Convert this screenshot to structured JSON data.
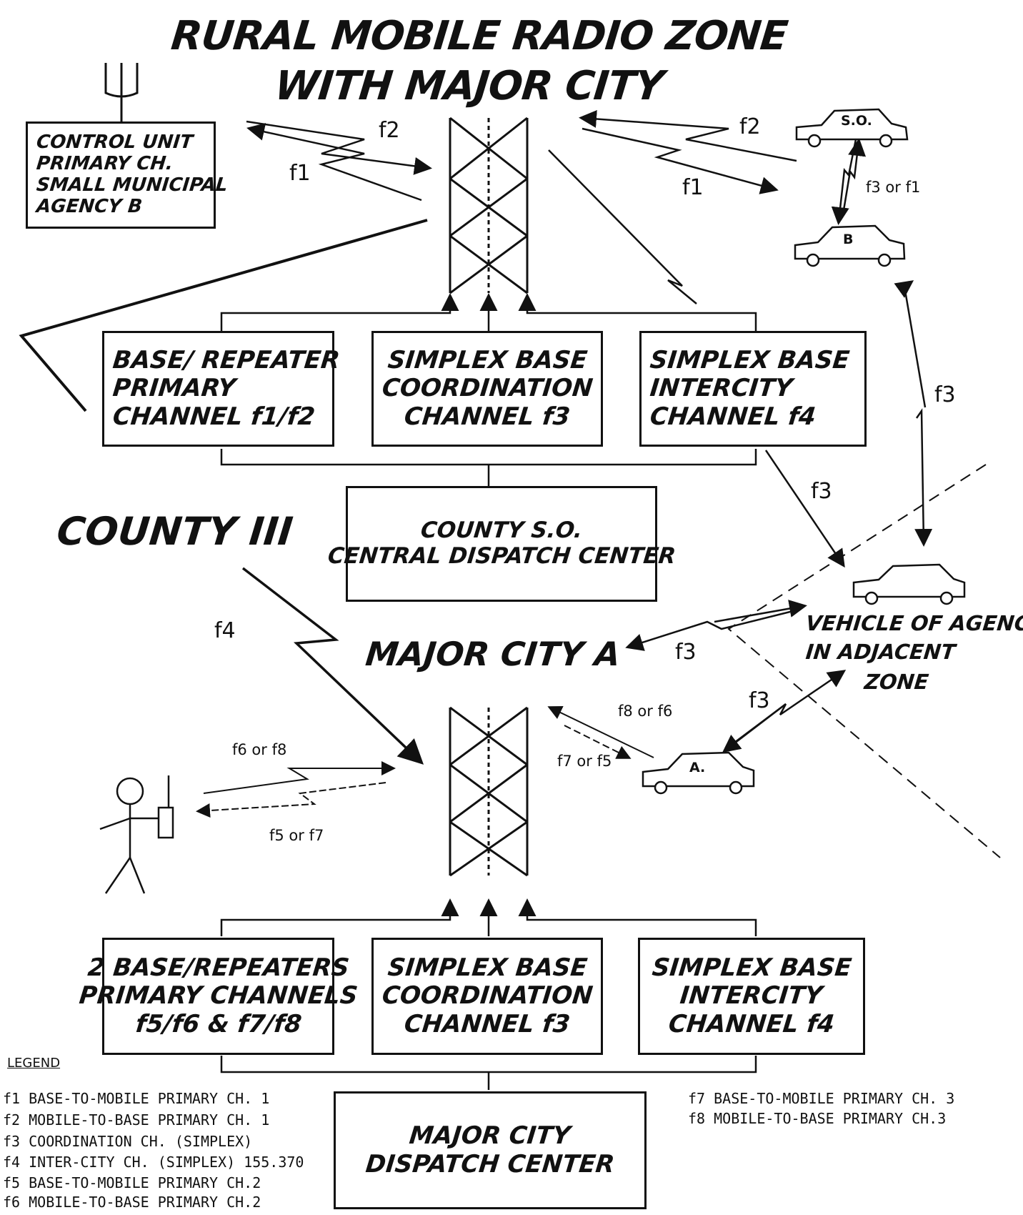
{
  "title": {
    "line1": "RURAL MOBILE RADIO ZONE",
    "line2": "WITH MAJOR CITY"
  },
  "control_unit": [
    "CONTROL UNIT",
    "PRIMARY CH.",
    "SMALL MUNICIPAL",
    "AGENCY B"
  ],
  "county_label": "COUNTY III",
  "major_city_label": "MAJOR CITY A",
  "county_boxes": {
    "base_repeater": [
      "BASE/ REPEATER",
      "PRIMARY",
      "CHANNEL f1/f2"
    ],
    "coordination": [
      "SIMPLEX BASE",
      "COORDINATION",
      "CHANNEL f3"
    ],
    "intercity": [
      "SIMPLEX BASE",
      "INTERCITY",
      "CHANNEL f4"
    ],
    "dispatch": [
      "COUNTY S.O.",
      "CENTRAL DISPATCH CENTER"
    ]
  },
  "city_boxes": {
    "repeaters": [
      "2 BASE/REPEATERS",
      "PRIMARY CHANNELS",
      "f5/f6 & f7/f8"
    ],
    "coordination": [
      "SIMPLEX BASE",
      "COORDINATION",
      "CHANNEL f3"
    ],
    "intercity": [
      "SIMPLEX BASE",
      "INTERCITY",
      "CHANNEL f4"
    ],
    "dispatch": [
      "MAJOR CITY",
      "DISPATCH CENTER"
    ]
  },
  "vehicles": {
    "so": "S.O.",
    "b": "B",
    "a": "A.",
    "adjacent": [
      "VEHICLE OF AGENCY",
      "IN ADJACENT",
      "ZONE"
    ]
  },
  "freq_labels": {
    "f2_left": "f2",
    "f1_left": "f1",
    "f2_right": "f2",
    "f1_right": "f1",
    "so_b": "f3 or f1",
    "f3_right": "f3",
    "f3_intercity": "f3",
    "f4_county": "f4",
    "f3_adjacent": "f3",
    "f3_car_a": "f3",
    "f8_f6": "f8 or f6",
    "f7_f5": "f7 or f5",
    "f6_f8": "f6 or f8",
    "f5_f7": "f5 or f7"
  },
  "legend": {
    "title": "LEGEND",
    "left": [
      "f1 BASE-TO-MOBILE PRIMARY CH. 1",
      "f2 MOBILE-TO-BASE PRIMARY CH. 1",
      "f3 COORDINATION CH. (SIMPLEX)",
      "f4 INTER-CITY CH. (SIMPLEX) 155.370",
      "f5 BASE-TO-MOBILE PRIMARY CH.2",
      "f6 MOBILE-TO-BASE PRIMARY CH.2"
    ],
    "right": [
      "f7 BASE-TO-MOBILE PRIMARY CH. 3",
      "f8 MOBILE-TO-BASE PRIMARY CH.3"
    ]
  },
  "icons": [
    "antenna-icon",
    "tower-icon",
    "car-icon",
    "person-with-radio-icon"
  ],
  "colors": {
    "ink": "#111111",
    "paper": "#ffffff"
  }
}
